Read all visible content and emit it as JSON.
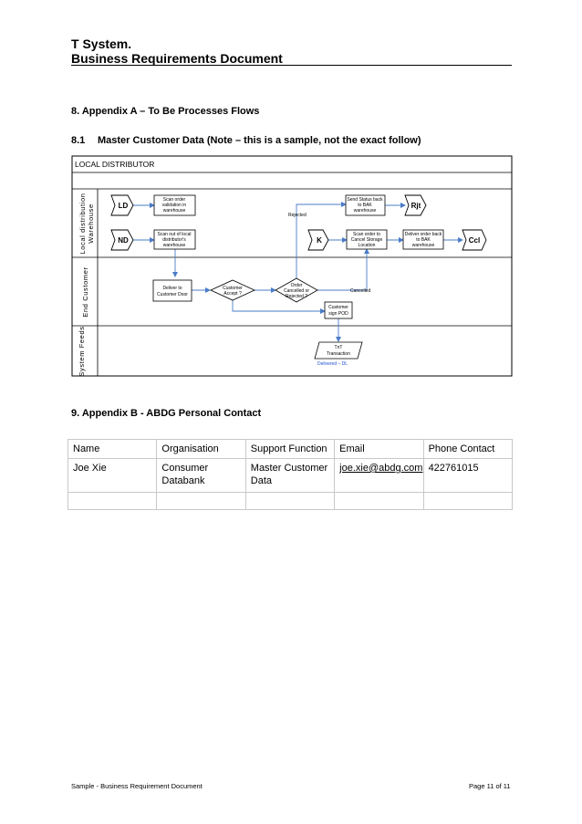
{
  "header": {
    "line1": "T System.",
    "line2": "Business Requirements Document"
  },
  "section8": {
    "title": "8.  Appendix A – To Be Processes Flows",
    "sub_number": "8.1",
    "sub_title": "Master Customer Data (Note – this is a sample, not the exact follow)"
  },
  "flow": {
    "pool_title": "LOCAL DISTRIBUTOR",
    "lanes": {
      "warehouse_line1": "Local distribution",
      "warehouse_line2": "Warehouse",
      "end_customer": "End Customer",
      "system_feeds": "System Feeds"
    },
    "terminals": {
      "ld": "LD",
      "nd": "ND",
      "k": "K",
      "rjt": "Rjt",
      "ccl": "Ccl"
    },
    "boxes": {
      "scan_order": [
        "Scan order",
        "validation in",
        "warehouse"
      ],
      "scan_out": [
        "Scan out of local",
        "distributor's",
        "warehouse"
      ],
      "send_status": [
        "Send Status back",
        "to BAK",
        "warehouse"
      ],
      "scan_cancel": [
        "Scan order to",
        "Cancel Storage",
        "Location"
      ],
      "deliver_back": [
        "Deliver order back",
        "to BAK",
        "warehouse"
      ],
      "deliver_door": [
        "Deliver to",
        "Customer Door"
      ],
      "customer_sign": [
        "Customer",
        "sign POD"
      ],
      "tnt": [
        "TnT",
        "Transaction"
      ]
    },
    "decisions": {
      "customer_accept": [
        "Customer",
        "Accept ?"
      ],
      "order_cancelled": [
        "Order",
        "Cancelled or",
        "Rejected ?"
      ]
    },
    "labels": {
      "rejected": "Rejected",
      "cancelled": "Cancelled",
      "delivered": "Delivered – DL"
    },
    "colors": {
      "arrow": "#4a7cc7",
      "delivered_text": "#1f4fd0",
      "border": "#000000"
    }
  },
  "section9": {
    "title": "9.  Appendix B - ABDG Personal Contact"
  },
  "contacts_table": {
    "headers": [
      "Name",
      "Organisation",
      "Support Function",
      "Email",
      "Phone Contact"
    ],
    "rows": [
      [
        "Joe Xie",
        "Consumer Databank",
        "Master Customer Data",
        "joe.xie@abdg.com",
        "422761015"
      ],
      [
        "",
        "",
        "",
        "",
        ""
      ]
    ]
  },
  "footer": {
    "left": "Sample - Business Requirement Document",
    "right": "Page 11 of 11"
  }
}
